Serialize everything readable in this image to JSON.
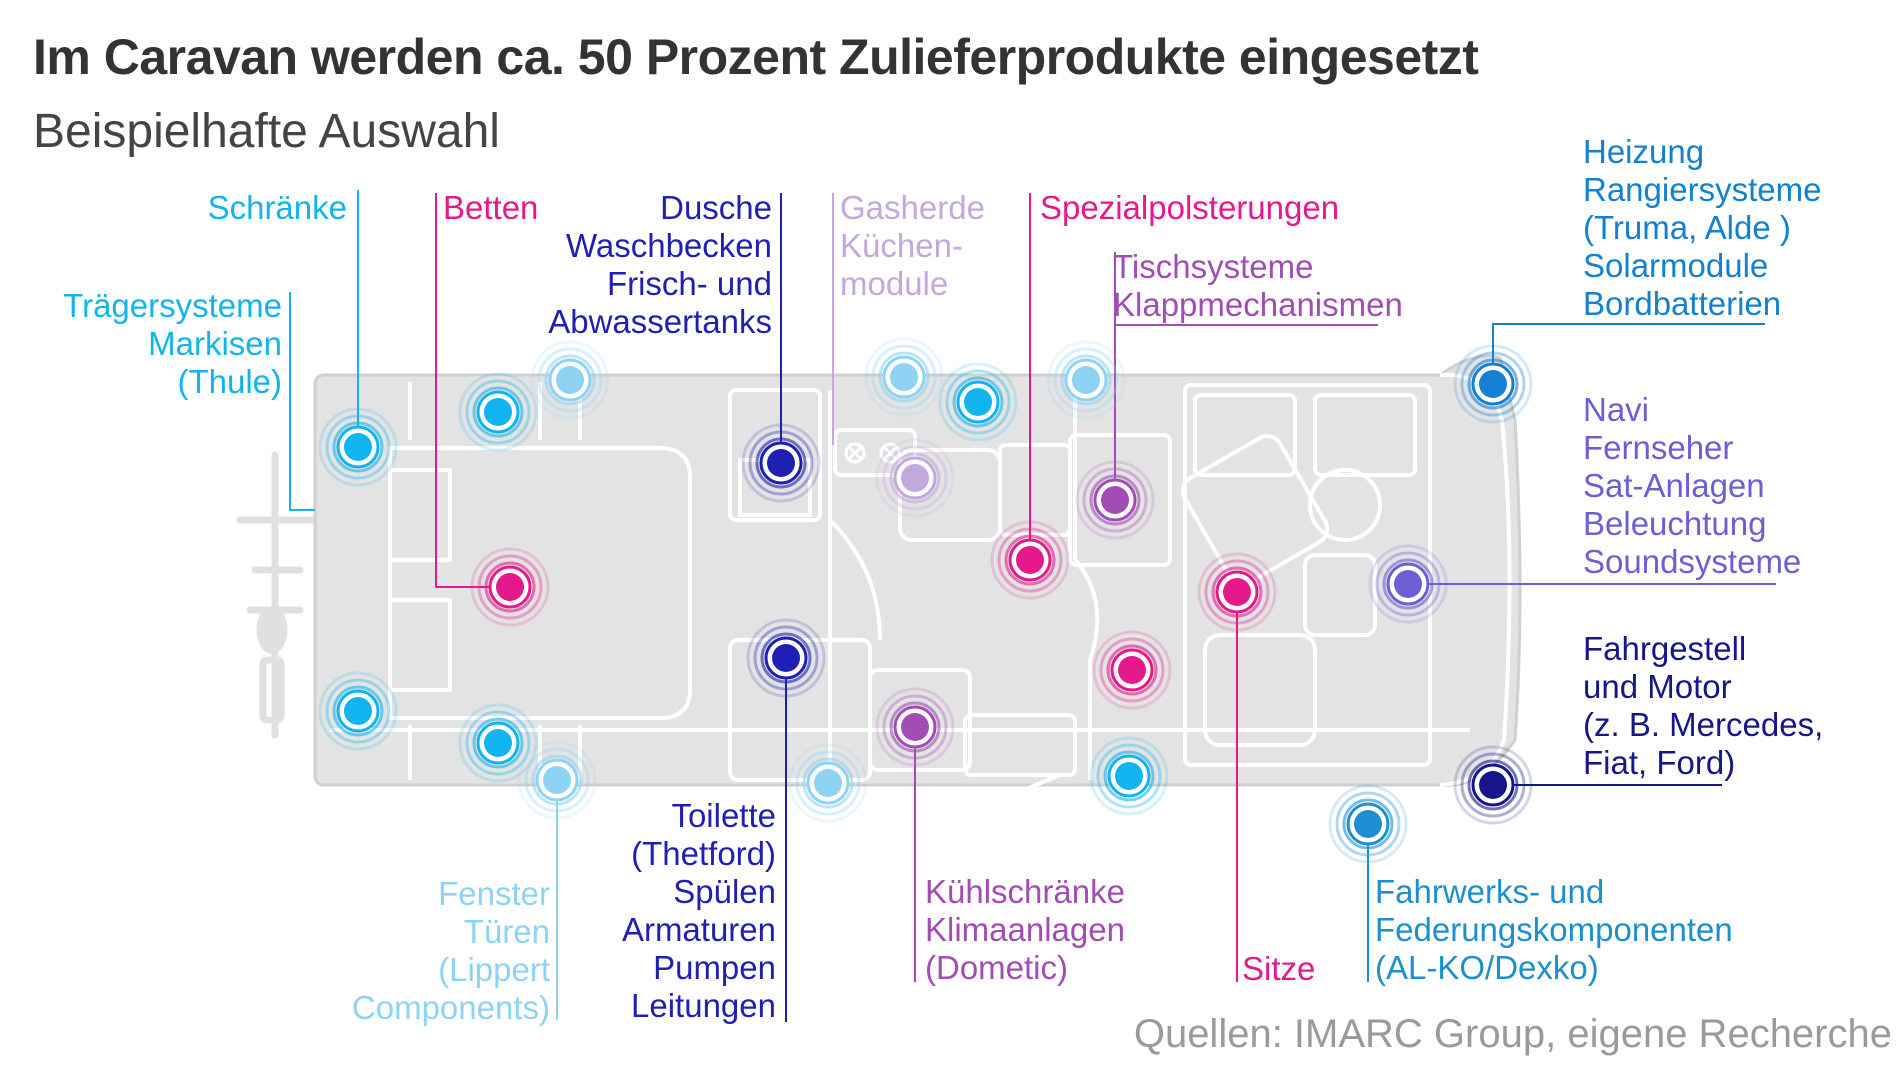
{
  "title": "Im Caravan werden ca. 50 Prozent Zulieferprodukte eingesetzt",
  "subtitle": "Beispielhafte Auswahl",
  "source": "Quellen: IMARC Group, eigene Recherche",
  "colors": {
    "cyan": "#12b4f0",
    "light_cyan": "#8fd3f4",
    "magenta": "#e6198c",
    "navy": "#1f1fb4",
    "lavender": "#c3a8dc",
    "purple": "#a24cb6",
    "violet": "#6b5fd6",
    "steel_blue": "#1480d2",
    "dark_navy": "#15168a",
    "teal_blue": "#1b8fd0",
    "body_gray": "#e3e3e3",
    "line_gray": "#ffffff"
  },
  "labels": {
    "schraenke": [
      "Schränke"
    ],
    "betten": [
      "Betten"
    ],
    "dusche": [
      "Dusche",
      "Waschbecken",
      "Frisch- und",
      "Abwassertanks"
    ],
    "gasherde": [
      "Gasherde",
      "Küchen-",
      "module"
    ],
    "spezialpolster": [
      "Spezialpolsterungen"
    ],
    "tischsysteme": [
      "Tischsysteme",
      "Klappmechanismen"
    ],
    "heizung": [
      "Heizung",
      "Rangiersysteme",
      "(Truma, Alde )",
      "Solarmodule",
      "Bordbatterien"
    ],
    "traeger": [
      "Trägersysteme",
      "Markisen",
      "(Thule)"
    ],
    "navi": [
      "Navi",
      "Fernseher",
      "Sat-Anlagen",
      "Beleuchtung",
      "Soundsysteme"
    ],
    "fahrgestell": [
      "Fahrgestell",
      "und Motor",
      "(z. B. Mercedes,",
      "Fiat, Ford)"
    ],
    "fenster": [
      "Fenster",
      "Türen",
      "(Lippert",
      "Components)"
    ],
    "toilette": [
      "Toilette",
      "(Thetford)",
      "Spülen",
      "Armaturen",
      "Pumpen",
      "Leitungen"
    ],
    "kuehl": [
      "Kühlschränke",
      "Klimaanlagen",
      "(Dometic)"
    ],
    "sitze": [
      "Sitze"
    ],
    "fahrwerk": [
      "Fahrwerks- und",
      "Federungskomponenten",
      "(AL-KO/Dexko)"
    ]
  }
}
